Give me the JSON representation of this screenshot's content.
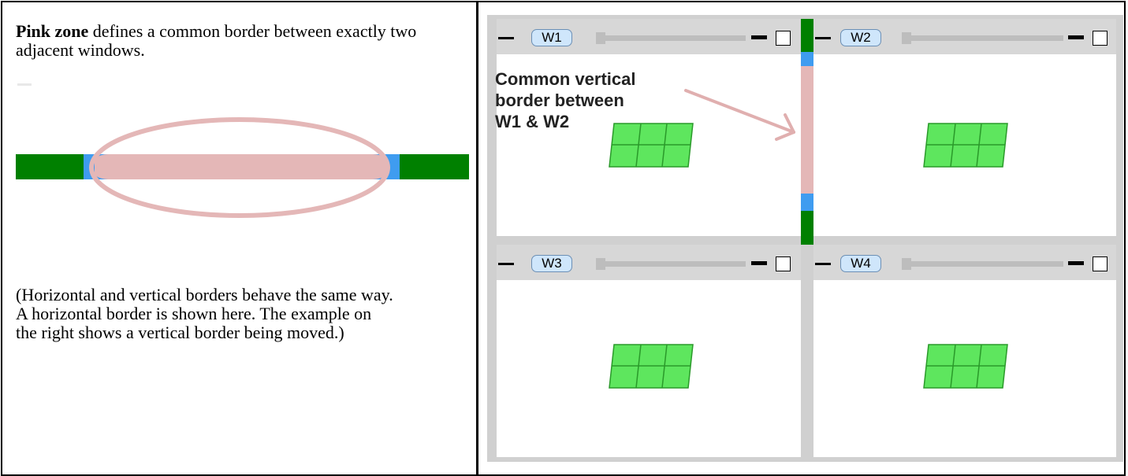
{
  "left_panel": {
    "title_bold": "Pink zone",
    "title_rest": " defines a common border between exactly two adjacent windows.",
    "note": "(Horizontal and vertical borders behave the same way. A horizontal border is shown here. The example on the right shows a vertical border being moved.)"
  },
  "colors": {
    "green": "#008000",
    "blue": "#3f9cf0",
    "pink": "#e4b7b7",
    "window_bg": "#ffffff",
    "titlebar_bg": "#d7d7d7",
    "label_bg": "#cfe6fb",
    "tile_green": "#5ee65e"
  },
  "windows": [
    {
      "label": "W1"
    },
    {
      "label": "W2"
    },
    {
      "label": "W3"
    },
    {
      "label": "W4"
    }
  ],
  "annotation": {
    "line1": "Common vertical",
    "line2": "border between",
    "line3": "W1 & W2"
  },
  "icons": {
    "minimize": "minimize-icon",
    "maximize": "maximize-icon",
    "grid_tile": "grid-tile-icon"
  }
}
